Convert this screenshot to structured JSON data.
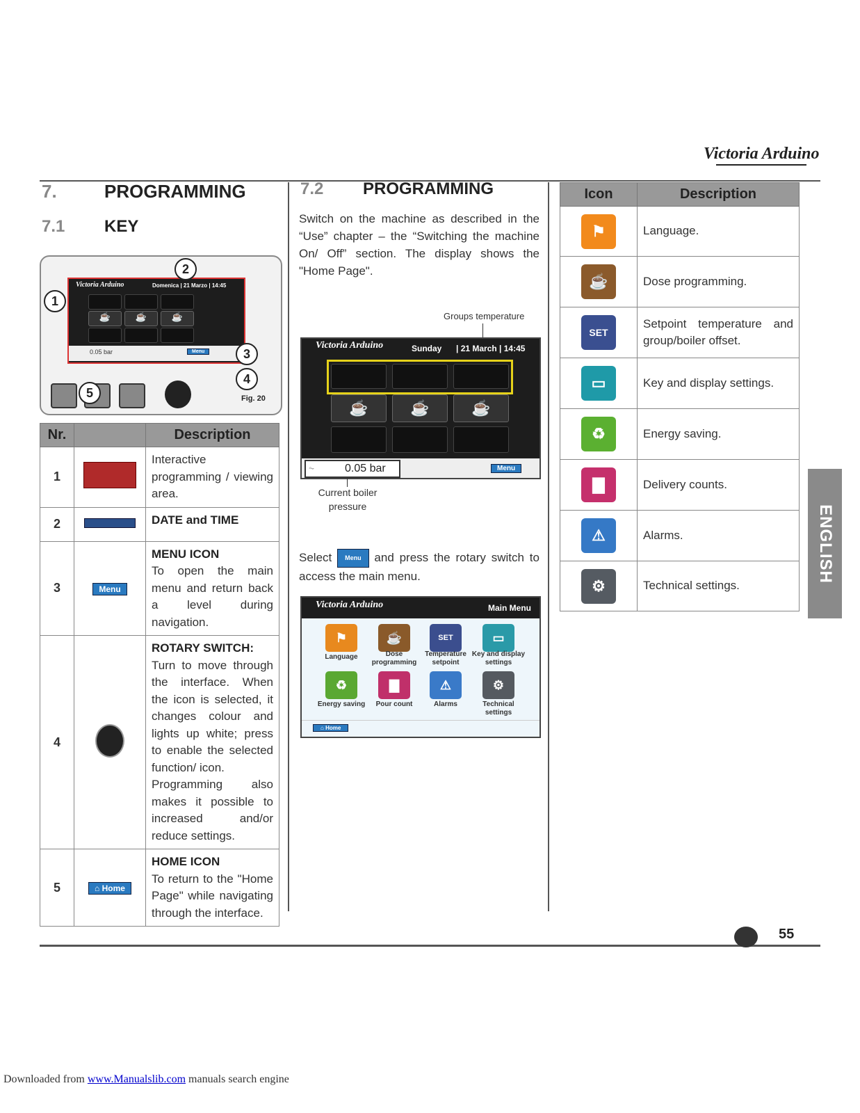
{
  "brand": {
    "logo": "Victoria Arduino"
  },
  "section7": {
    "num": "7.",
    "title": "PROGRAMMING"
  },
  "section71": {
    "num": "7.1",
    "title": "KEY"
  },
  "fig20": {
    "label": "Fig. 20",
    "screen_logo": "Victoria Arduino",
    "screen_date": "Domenica | 21 Marzo | 14:45",
    "pressure": "0.05  bar",
    "menu_label": "Menu",
    "callouts": [
      "1",
      "2",
      "3",
      "4",
      "5"
    ]
  },
  "key_table": {
    "headers": [
      "Nr.",
      "",
      "Description"
    ],
    "rows": [
      {
        "nr": "1",
        "icon": "programming-area-icon",
        "title": "",
        "text": "Interactive programming / viewing area."
      },
      {
        "nr": "2",
        "icon": "date-time-bar-icon",
        "title": "DATE and TIME",
        "text": ""
      },
      {
        "nr": "3",
        "icon": "menu-button-icon",
        "icon_label": "Menu",
        "title": "MENU ICON",
        "text": "To open the main menu and return back a level during navigation."
      },
      {
        "nr": "4",
        "icon": "rotary-knob-icon",
        "title": "ROTARY SWITCH:",
        "text": "Turn to move through the interface. When the icon is selected, it changes colour and lights up white; press to enable the selected function/ icon.",
        "text2": "Programming also makes it possible to increased and/or reduce settings."
      },
      {
        "nr": "5",
        "icon": "home-button-icon",
        "icon_label": "Home",
        "title": "HOME ICON",
        "text": "To return to the \"Home Page\" while navigating through the interface."
      }
    ]
  },
  "section72": {
    "num": "7.2",
    "title": "PROGRAMMING",
    "para1": "Switch on the machine as described in the “Use” chapter – the “Switching the machine On/ Off” section. The display shows the \"Home Page\".",
    "groups_label": "Groups temperature",
    "home_screen": {
      "logo": "Victoria Arduino",
      "day": "Sunday",
      "date": "| 21 March | 14:45",
      "pressure": "0.05   bar",
      "menu": "Menu"
    },
    "boiler_label": "Current boiler pressure",
    "select_word": "Select",
    "select_btn": "Menu",
    "para2_rest": "and press the rotary switch to access the main menu.",
    "main_menu": {
      "logo": "Victoria Arduino",
      "title": "Main Menu",
      "home": "Home",
      "items": [
        {
          "label": "Language",
          "color": "#e8891e",
          "icon": "flag-icon"
        },
        {
          "label": "Dose programming",
          "color": "#8a5a2a",
          "icon": "cup-icon"
        },
        {
          "label": "Temperature setpoint",
          "color": "#3b4e8e",
          "icon": "thermometer-icon"
        },
        {
          "label": "Key and display settings",
          "color": "#2a9aa8",
          "icon": "keypad-icon"
        },
        {
          "label": "Energy saving",
          "color": "#5aa832",
          "icon": "leaf-icon"
        },
        {
          "label": "Pour count",
          "color": "#c0306a",
          "icon": "bar-chart-icon"
        },
        {
          "label": "Alarms",
          "color": "#3a7ac8",
          "icon": "alarm-icon"
        },
        {
          "label": "Technical settings",
          "color": "#555a60",
          "icon": "gears-icon"
        }
      ]
    }
  },
  "icon_table": {
    "headers": [
      "Icon",
      "Description"
    ],
    "rows": [
      {
        "icon": "flag-icon",
        "glyph": "⚑",
        "color": "#f28a1c",
        "desc": "Language."
      },
      {
        "icon": "cup-icon",
        "glyph": "☕",
        "color": "#8b5a2b",
        "desc": "Dose programming."
      },
      {
        "icon": "thermometer-icon",
        "glyph": "SET",
        "color": "#3a4f90",
        "desc": "Setpoint temperature and group/boiler offset."
      },
      {
        "icon": "keypad-icon",
        "glyph": "▭",
        "color": "#1f9aa8",
        "desc": "Key and display settings."
      },
      {
        "icon": "leaf-icon",
        "glyph": "♻",
        "color": "#5bb031",
        "desc": "Energy saving."
      },
      {
        "icon": "bar-chart-icon",
        "glyph": "▇",
        "color": "#c5306c",
        "desc": "Delivery counts."
      },
      {
        "icon": "alarm-icon",
        "glyph": "⚠",
        "color": "#3579c6",
        "desc": "Alarms."
      },
      {
        "icon": "gears-icon",
        "glyph": "⚙",
        "color": "#555b62",
        "desc": "Technical settings."
      }
    ]
  },
  "side_tab": "ENGLISH",
  "page_number": "55",
  "footer": {
    "prefix": "Downloaded from ",
    "link": "www.Manualslib.com",
    "suffix": " manuals search engine"
  }
}
